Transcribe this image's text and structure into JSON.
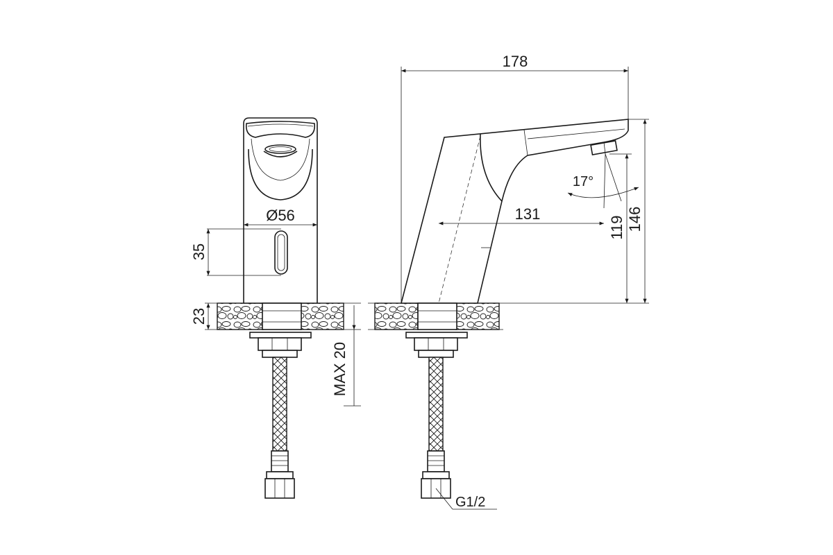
{
  "dimensions": {
    "overall_length": "178",
    "spout_reach": "131",
    "outlet_height": "119",
    "total_height": "146",
    "body_diameter": "Ø56",
    "sensor_height": "35",
    "mount_thickness": "23",
    "max_counter": "MAX 20",
    "angle": "17°",
    "thread": "G1/2"
  },
  "colors": {
    "line": "#1a1a1a",
    "background": "#ffffff"
  }
}
